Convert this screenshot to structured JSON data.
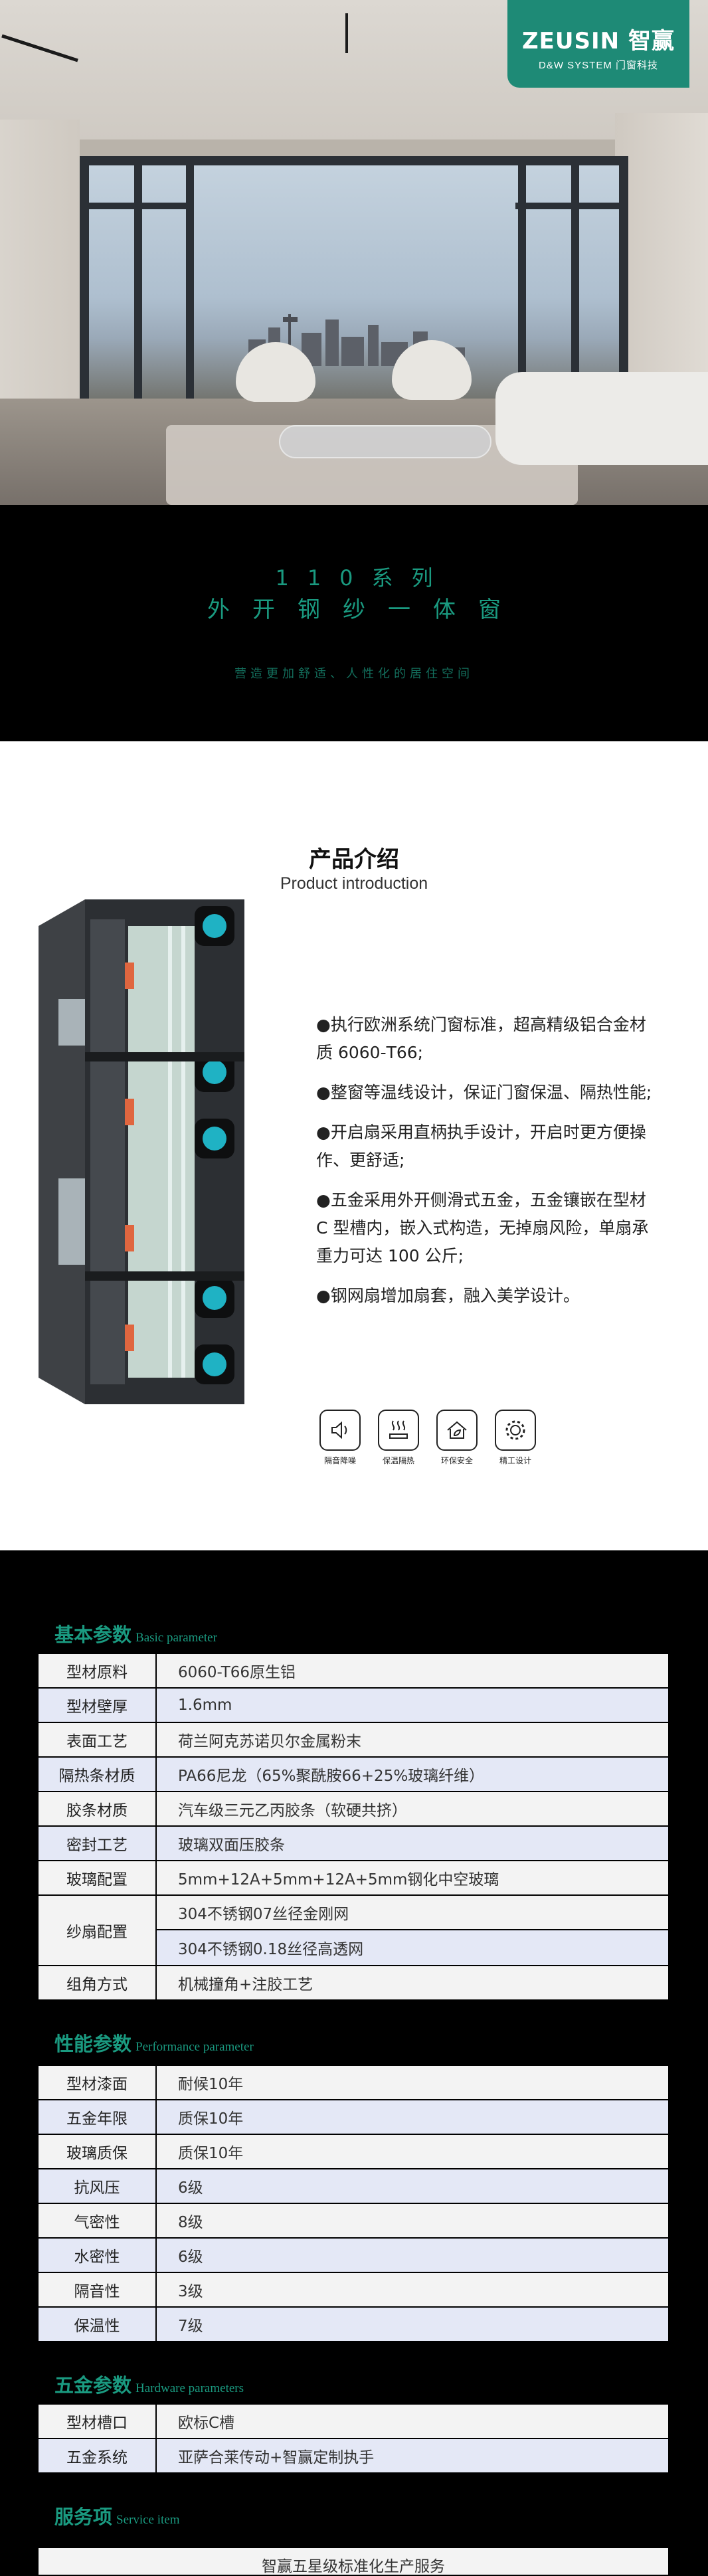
{
  "hero": {
    "brand": "ZEUSIN 智赢",
    "brand_sub": "D&W SYSTEM 门窗科技"
  },
  "banner": {
    "series": "110系列",
    "product": "外开钢纱一体窗",
    "slogan": "营造更加舒适、人性化的居住空间"
  },
  "intro": {
    "title": "产品介绍",
    "subtitle": "Product introduction",
    "features": [
      "●执行欧洲系统门窗标准，超高精级铝合金材质 6060-T66;",
      "●整窗等温线设计，保证门窗保温、隔热性能;",
      "●开启扇采用直柄执手设计，开启时更方便操作、更舒适;",
      "●五金采用外开侧滑式五金，五金镶嵌在型材 C 型槽内，嵌入式构造，无掉扇风险，单扇承重力可达 100 公斤;",
      "●钢网扇增加扇套，融入美学设计。"
    ],
    "icons": [
      {
        "name": "soundproof-icon",
        "label": "隔音降噪"
      },
      {
        "name": "insulation-icon",
        "label": "保温隔热"
      },
      {
        "name": "eco-home-icon",
        "label": "环保安全"
      },
      {
        "name": "gear-icon",
        "label": "精工设计"
      }
    ]
  },
  "basic": {
    "title": "基本参数",
    "title_en": "Basic parameter",
    "rows": [
      {
        "k": "型材原料",
        "v": "6060-T66原生铝"
      },
      {
        "k": "型材壁厚",
        "v": "1.6mm"
      },
      {
        "k": "表面工艺",
        "v": "荷兰阿克苏诺贝尔金属粉末"
      },
      {
        "k": "隔热条材质",
        "v": "PA66尼龙（65%聚酰胺66+25%玻璃纤维）"
      },
      {
        "k": "胶条材质",
        "v": "汽车级三元乙丙胶条（软硬共挤）"
      },
      {
        "k": "密封工艺",
        "v": "玻璃双面压胶条"
      },
      {
        "k": "玻璃配置",
        "v": "5mm+12A+5mm+12A+5mm钢化中空玻璃"
      }
    ],
    "screen": {
      "k": "纱扇配置",
      "v1": "304不锈钢07丝径金刚网",
      "v2": "304不锈钢0.18丝径高透网"
    },
    "last": {
      "k": "组角方式",
      "v": "机械撞角+注胶工艺"
    }
  },
  "performance": {
    "title": "性能参数",
    "title_en": "Performance parameter",
    "rows": [
      {
        "k": "型材漆面",
        "v": "耐候10年"
      },
      {
        "k": "五金年限",
        "v": "质保10年"
      },
      {
        "k": "玻璃质保",
        "v": "质保10年"
      },
      {
        "k": "抗风压",
        "v": "6级"
      },
      {
        "k": "气密性",
        "v": "8级"
      },
      {
        "k": "水密性",
        "v": "6级"
      },
      {
        "k": "隔音性",
        "v": "3级"
      },
      {
        "k": "保温性",
        "v": "7级"
      }
    ]
  },
  "hardware": {
    "title": "五金参数",
    "title_en": "Hardware parameters",
    "rows": [
      {
        "k": "型材槽口",
        "v": "欧标C槽"
      },
      {
        "k": "五金系统",
        "v": "亚萨合莱传动+智赢定制执手"
      }
    ]
  },
  "service": {
    "title": "服务项",
    "title_en": "Service item",
    "first": "智赢五星级标准化生产服务"
  }
}
